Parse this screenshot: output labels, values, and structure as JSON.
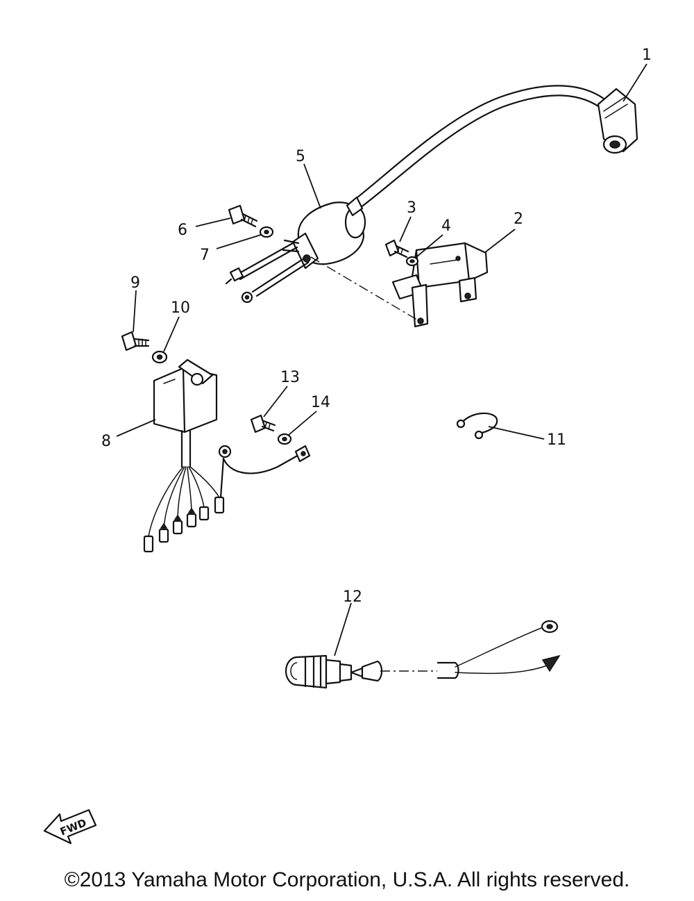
{
  "callouts": [
    {
      "id": "1",
      "label": "1"
    },
    {
      "id": "2",
      "label": "2"
    },
    {
      "id": "3",
      "label": "3"
    },
    {
      "id": "4",
      "label": "4"
    },
    {
      "id": "5",
      "label": "5"
    },
    {
      "id": "6",
      "label": "6"
    },
    {
      "id": "7",
      "label": "7"
    },
    {
      "id": "8",
      "label": "8"
    },
    {
      "id": "9",
      "label": "9"
    },
    {
      "id": "10",
      "label": "10"
    },
    {
      "id": "11",
      "label": "11"
    },
    {
      "id": "12",
      "label": "12"
    },
    {
      "id": "13",
      "label": "13"
    },
    {
      "id": "14",
      "label": "14"
    }
  ],
  "direction_marker": {
    "label": "FWD"
  },
  "footer": {
    "copyright": "©2013 Yamaha Motor Corporation, U.S.A. All rights reserved."
  }
}
